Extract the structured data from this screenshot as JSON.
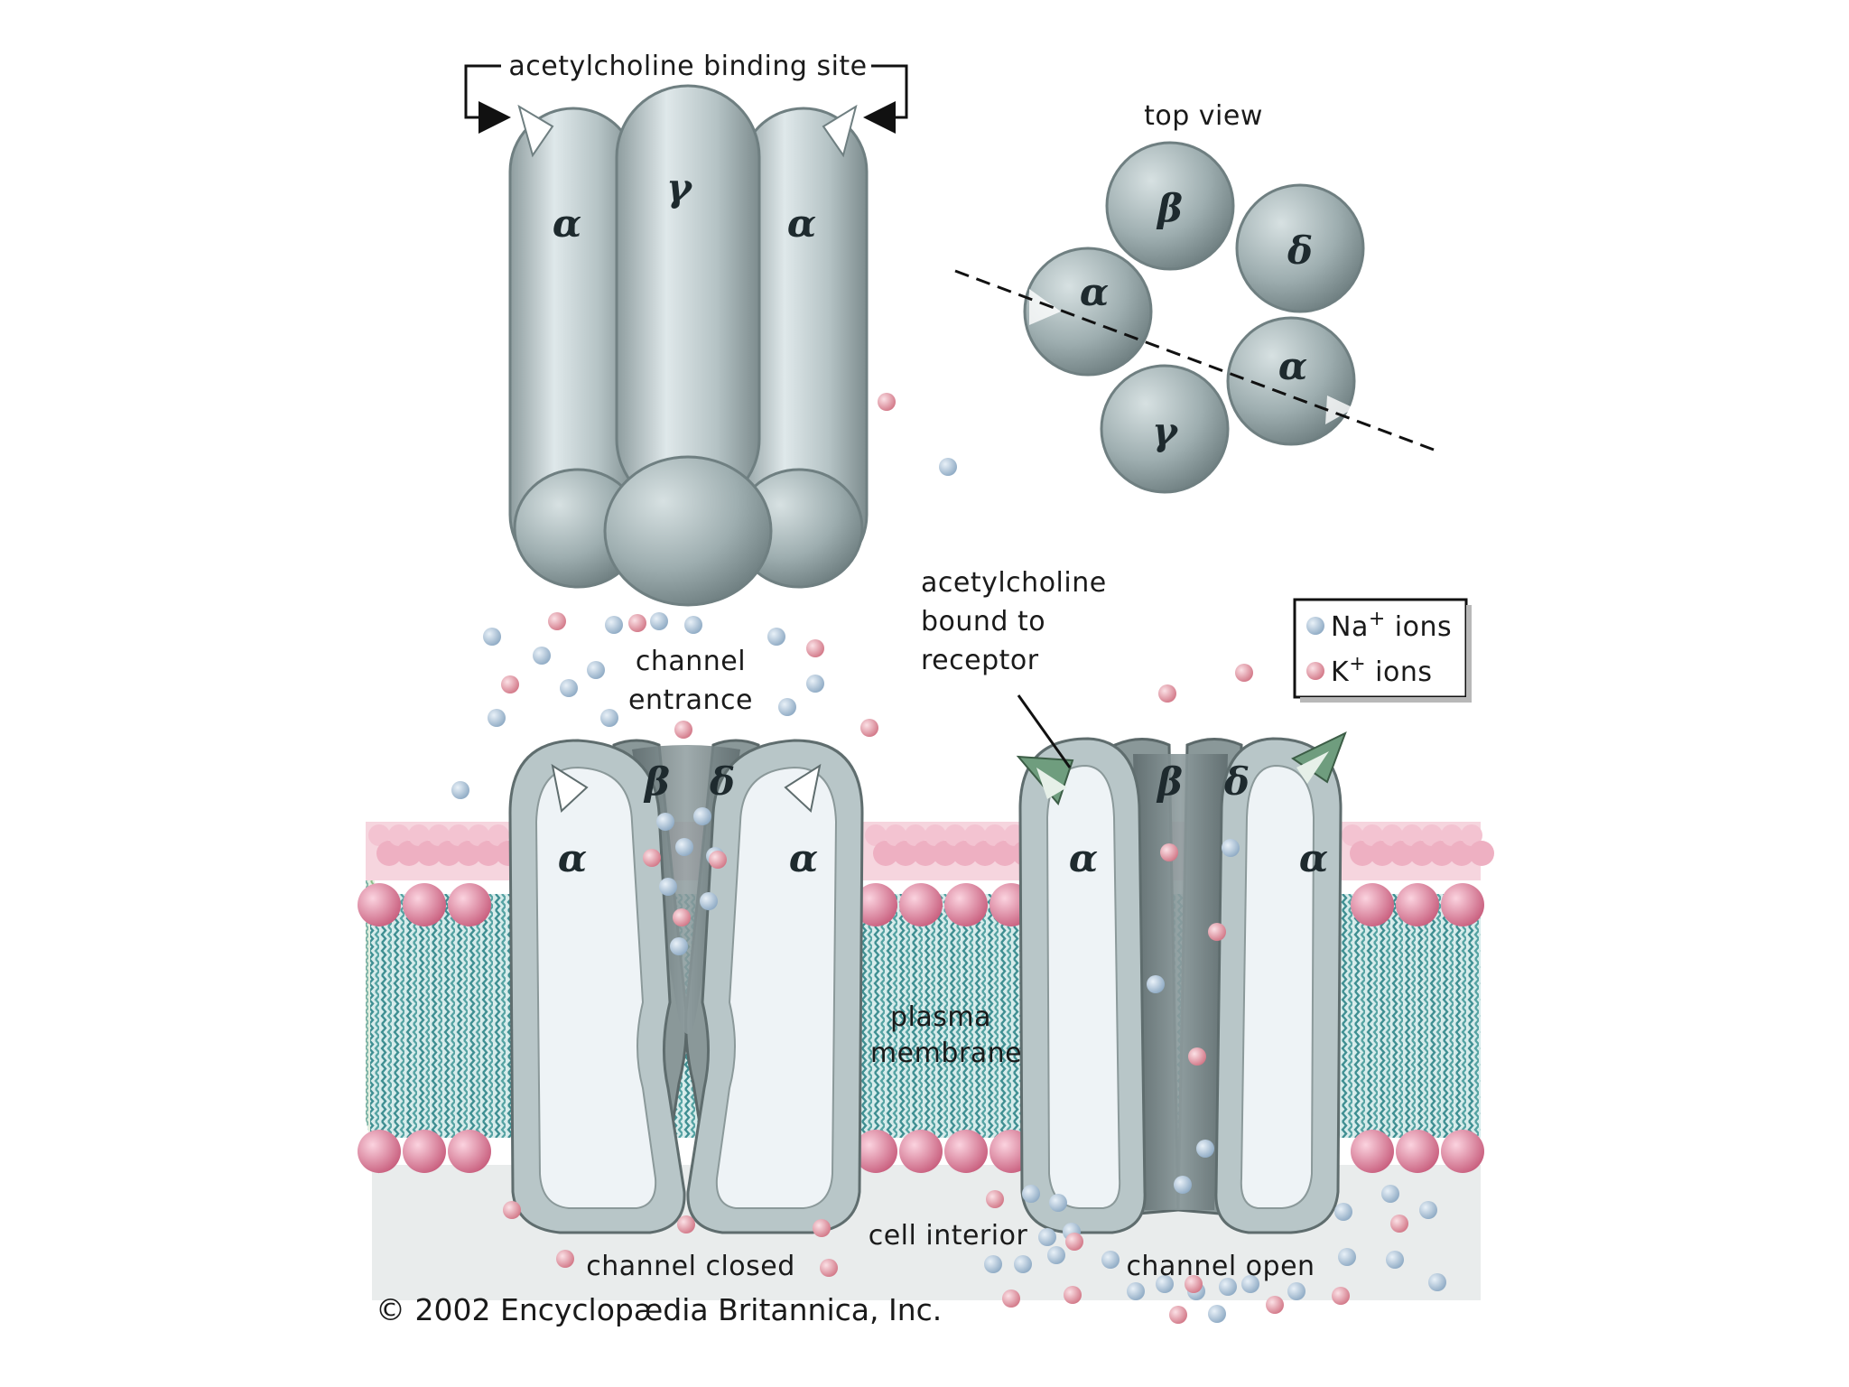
{
  "labels": {
    "binding_site": "acetylcholine binding site",
    "top_view": "top view",
    "bound_line1": "acetylcholine",
    "bound_line2": "bound to",
    "bound_line3": "receptor",
    "channel_entrance_line1": "channel",
    "channel_entrance_line2": "entrance",
    "plasma_line1": "plasma",
    "plasma_line2": "membrane",
    "cell_interior": "cell interior",
    "channel_closed": "channel closed",
    "channel_open": "channel open",
    "copyright": "© 2002 Encyclopædia Britannica, Inc."
  },
  "legend": {
    "na_base": "Na",
    "na_sup": "+",
    "na_rest": " ions",
    "k_base": "K",
    "k_sup": "+",
    "k_rest": " ions"
  },
  "subunits": {
    "alpha": "α",
    "beta": "β",
    "gamma": "γ",
    "delta": "δ"
  },
  "colors": {
    "protein": "#aebcbe",
    "protein_light": "#e6eef1",
    "protein_dark": "#6b7a7c",
    "na_ion": "#a9c2d9",
    "k_ion": "#e7a1ac",
    "lipid_head": "#e58fab",
    "lipid_tail": "#4c9c9c",
    "ach_arrow": "#6f9d7e"
  }
}
